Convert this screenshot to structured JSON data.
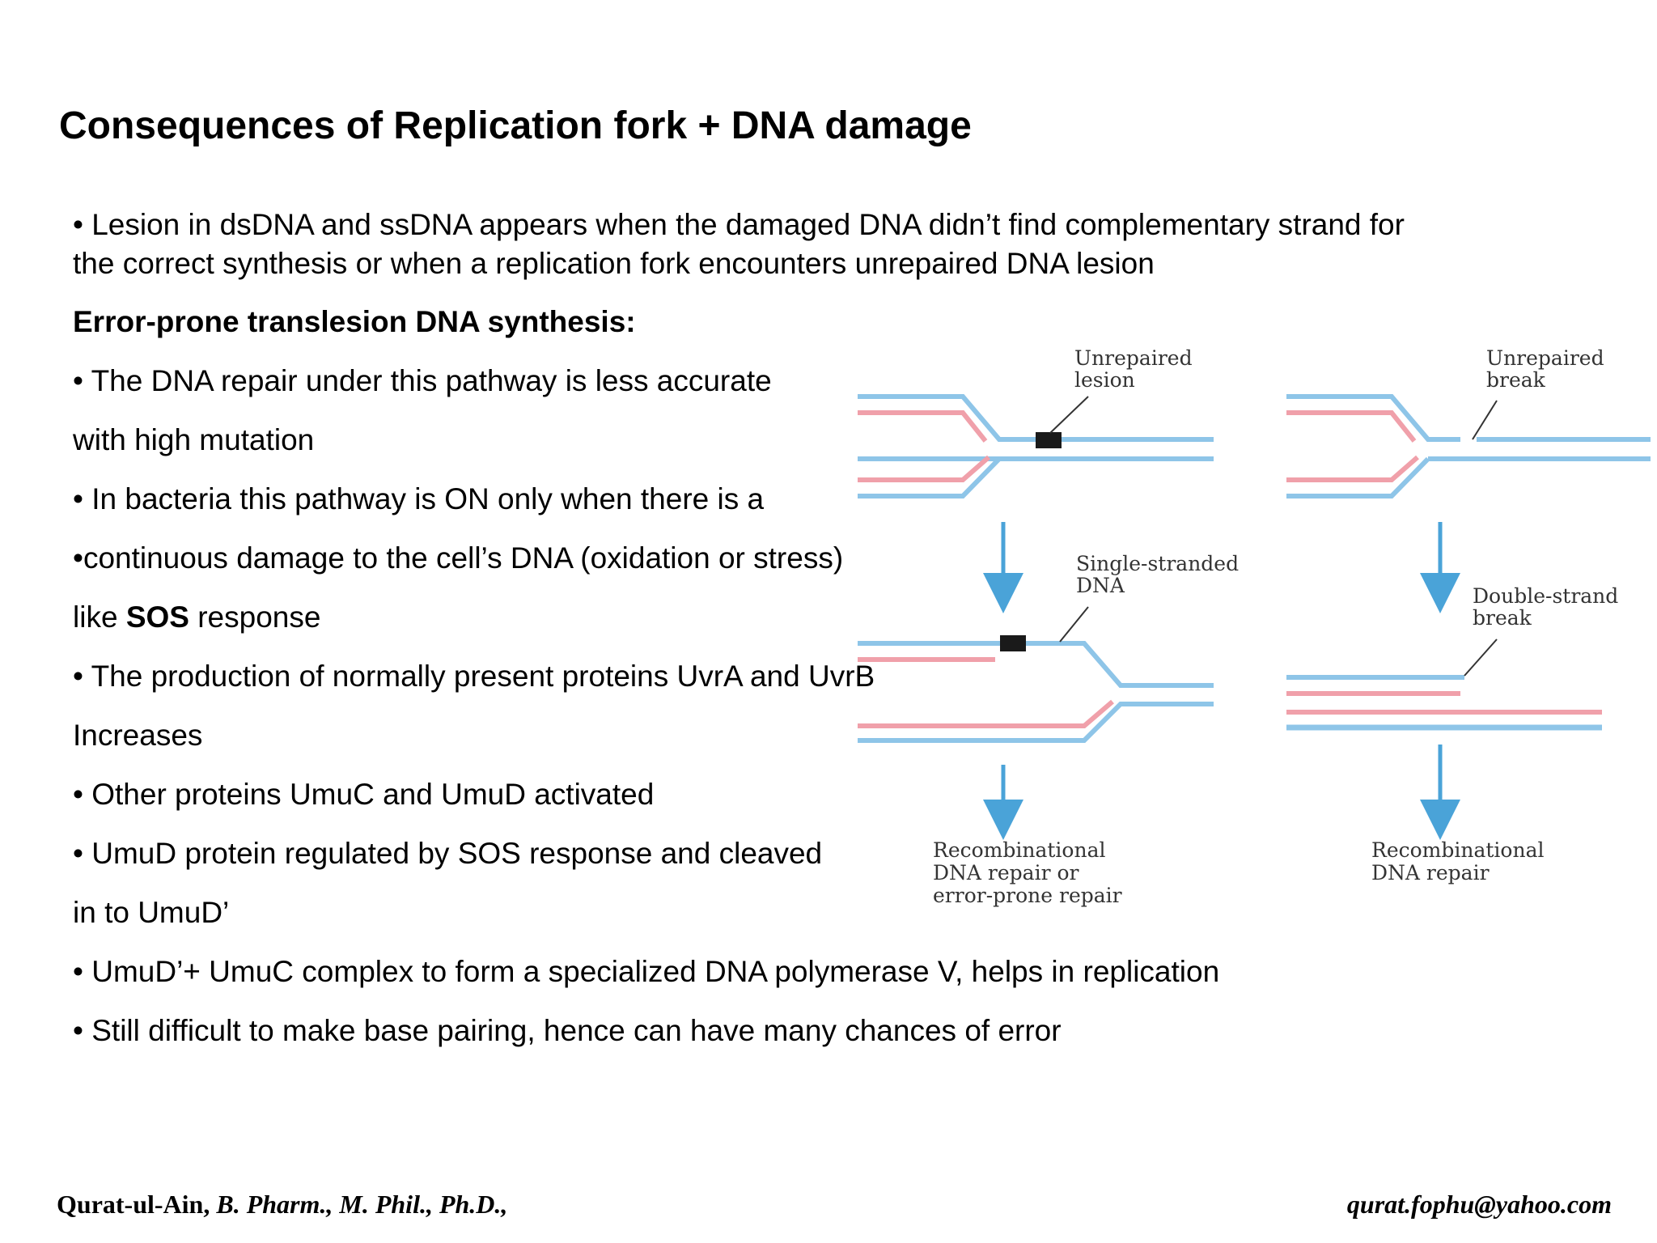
{
  "title": "Consequences of Replication fork + DNA damage",
  "lines": [
    "• Lesion in dsDNA and ssDNA  appears when the damaged DNA didn’t find complementary strand for",
    "the correct synthesis or when a replication fork encounters unrepaired DNA lesion",
    "Error-prone translesion DNA synthesis:",
    "• The DNA repair under this pathway is less accurate",
    "with high mutation",
    "• In bacteria this pathway is ON only when there is a",
    "•continuous damage to the cell’s DNA (oxidation or stress)",
    {
      "pre": "like ",
      "bold": "SOS",
      "post": " response"
    },
    "• The production of normally present proteins UvrA and UvrB",
    "Increases",
    "• Other proteins UmuC and UmuD activated",
    "• UmuD protein regulated by SOS response and cleaved",
    "in to UmuD’",
    "• UmuD’+ UmuC complex to form a specialized DNA polymerase V, helps in replication",
    "• Still difficult to make base pairing, hence can have many chances of error"
  ],
  "diagram": {
    "labels": {
      "unrepaired_lesion": [
        "Unrepaired",
        "lesion"
      ],
      "unrepaired_break": [
        "Unrepaired",
        "break"
      ],
      "single_stranded": [
        "Single-stranded",
        "DNA"
      ],
      "double_strand_break": [
        "Double-strand",
        "break"
      ],
      "recomb_left": [
        "Recombinational",
        "DNA repair or",
        "error-prone repair"
      ],
      "recomb_right": [
        "Recombinational",
        "DNA repair"
      ]
    },
    "colors": {
      "parent_strand": "#8ec5e8",
      "new_strand": "#f0a0aa",
      "arrow": "#4aa3d8",
      "lesion": "#1a1a1a"
    }
  },
  "footer": {
    "author": "Qurat-ul-Ain,",
    "degrees": " B. Pharm., M. Phil., Ph.D.,",
    "email": "qurat.fophu@yahoo.com"
  }
}
